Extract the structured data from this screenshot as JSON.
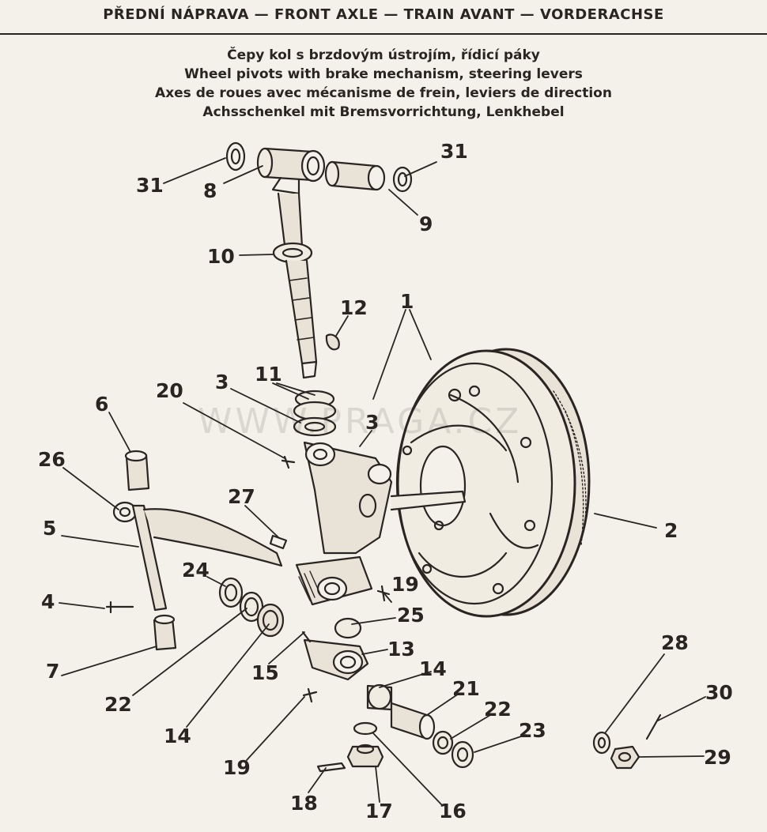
{
  "header": {
    "title": "PŘEDNÍ NÁPRAVA — FRONT AXLE — TRAIN AVANT — VORDERACHSE"
  },
  "subtitles": [
    "Čepy kol s brzdovým ústrojím, řídicí páky",
    "Wheel pivots with brake mechanism, steering levers",
    "Axes de roues avec mécanisme de frein, leviers de direction",
    "Achsschenkel mit Bremsvorrichtung, Lenkhebel"
  ],
  "watermark": "WWW.PRAGA.CZ",
  "labels": {
    "l31a": "31",
    "l8": "8",
    "l31b": "31",
    "l9": "9",
    "l10": "10",
    "l12": "12",
    "l1": "1",
    "l11": "11",
    "l3a": "3",
    "l20": "20",
    "l3b": "3",
    "l6": "6",
    "l26": "26",
    "l27": "27",
    "l5": "5",
    "l2": "2",
    "l24": "24",
    "l19a": "19",
    "l4": "4",
    "l25": "25",
    "l13": "13",
    "l7": "7",
    "l15": "15",
    "l14a": "14",
    "l28": "28",
    "l22a": "22",
    "l21": "21",
    "l30": "30",
    "l22b": "22",
    "l14b": "14",
    "l23": "23",
    "l29": "29",
    "l19b": "19",
    "l18": "18",
    "l17": "17",
    "l16": "16"
  }
}
